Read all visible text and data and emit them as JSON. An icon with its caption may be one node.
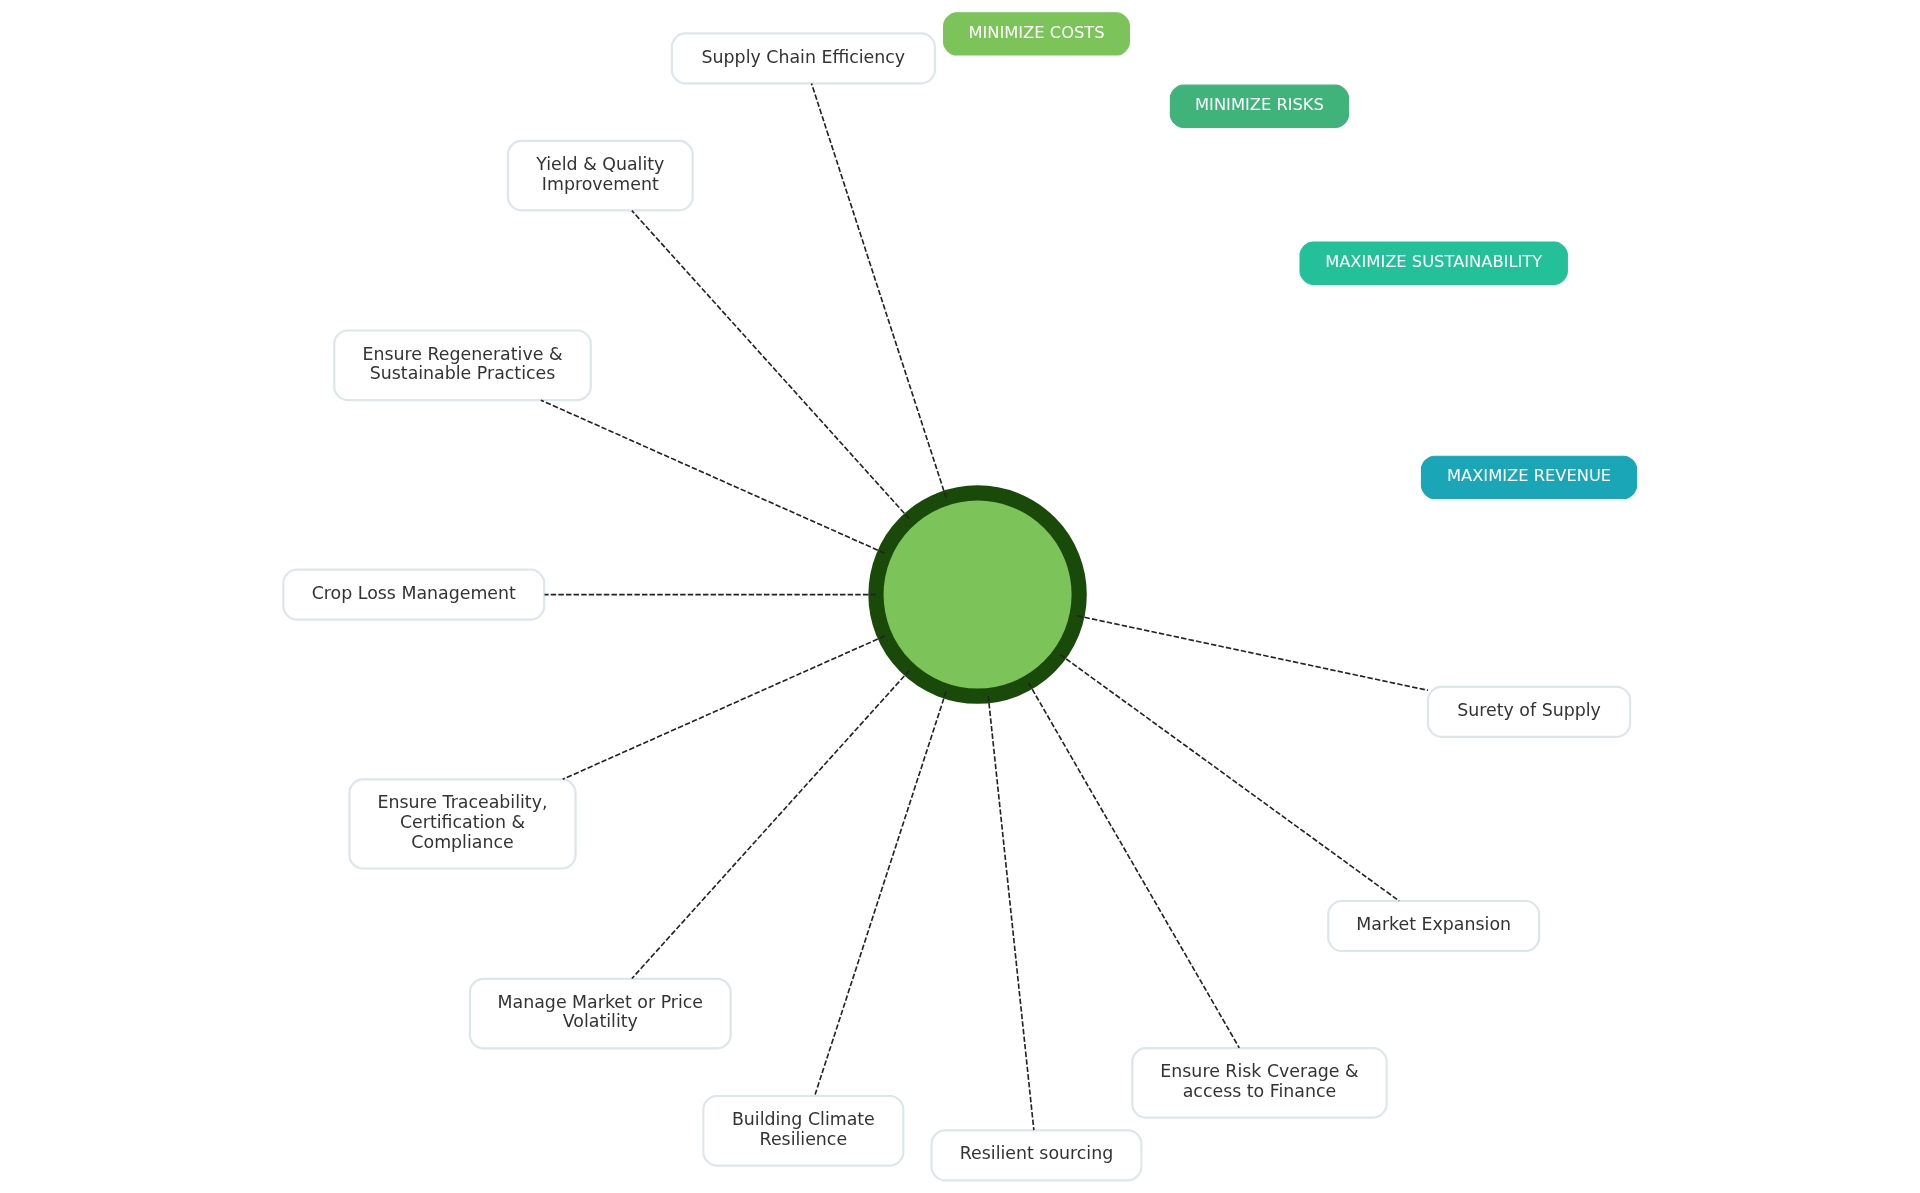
{
  "diagram": {
    "nodes": [
      {
        "text": [],
        "shape": "circle"
      },
      {
        "text": [
          "MAXIMIZE REVENUE"
        ]
      },
      {
        "text": [
          "MAXIMIZE SUSTAINABILITY"
        ]
      },
      {
        "text": [
          "MINIMIZE RISKS"
        ]
      },
      {
        "text": [
          "MINIMIZE COSTS"
        ]
      },
      {
        "text": [
          "Supply Chain Efficiency"
        ]
      },
      {
        "text": [
          "Yield & Quality Improvement"
        ]
      },
      {
        "text": [
          "Ensure Regenerative & Sustainable Practices"
        ]
      },
      {
        "text": [
          "Crop Loss Management"
        ]
      },
      {
        "text": [
          "Ensure Traceability, Certification & Compliance"
        ]
      },
      {
        "text": [
          "Manage Market or Price Volatility"
        ]
      },
      {
        "text": [
          "Building Climate Resilience"
        ]
      },
      {
        "text": [
          "Resilient sourcing"
        ]
      },
      {
        "text": [
          "Ensure Risk Cverage & access to Finance"
        ]
      },
      {
        "text": [
          "Market Expansion"
        ]
      },
      {
        "text": [
          "Surety of Supply"
        ]
      }
    ],
    "edges": [
      {
        "from": 0,
        "to": 5,
        "arrow": "none",
        "style": "dashed"
      },
      {
        "from": 0,
        "to": 6,
        "arrow": "none",
        "style": "dashed"
      },
      {
        "from": 0,
        "to": 7,
        "arrow": "none",
        "style": "dashed"
      },
      {
        "from": 0,
        "to": 8,
        "arrow": "none",
        "style": "dashed"
      },
      {
        "from": 0,
        "to": 9,
        "arrow": "none",
        "style": "dashed"
      },
      {
        "from": 0,
        "to": 10,
        "arrow": "none",
        "style": "dashed"
      },
      {
        "from": 0,
        "to": 11,
        "arrow": "none",
        "style": "dashed"
      },
      {
        "from": 0,
        "to": 12,
        "arrow": "none",
        "style": "dashed"
      },
      {
        "from": 0,
        "to": 13,
        "arrow": "none",
        "style": "dashed"
      },
      {
        "from": 0,
        "to": 14,
        "arrow": "none",
        "style": "dashed"
      },
      {
        "from": 0,
        "to": 15,
        "arrow": "none",
        "style": "dashed"
      }
    ]
  }
}
